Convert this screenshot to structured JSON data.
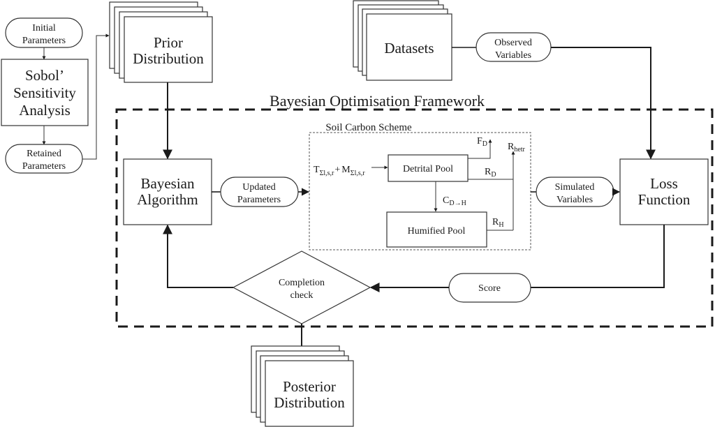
{
  "diagram": {
    "framework_title": "Bayesian Optimisation Framework",
    "scheme_title": "Soil Carbon Scheme",
    "nodes": {
      "initial_parameters": [
        "Initial",
        "Parameters"
      ],
      "sobol": [
        "Sobol’",
        "Sensitivity",
        "Analysis"
      ],
      "retained_parameters": [
        "Retained",
        "Parameters"
      ],
      "prior_distribution": [
        "Prior",
        "Distribution"
      ],
      "datasets": [
        "Datasets"
      ],
      "observed_variables": [
        "Observed",
        "Variables"
      ],
      "bayesian_algorithm": [
        "Bayesian",
        "Algorithm"
      ],
      "updated_parameters": [
        "Updated",
        "Parameters"
      ],
      "simulated_variables": [
        "Simulated",
        "Variables"
      ],
      "loss_function": [
        "Loss",
        "Function"
      ],
      "completion_check": [
        "Completion",
        "check"
      ],
      "score": [
        "Score"
      ],
      "posterior_distribution": [
        "Posterior",
        "Distribution"
      ],
      "detrital_pool": "Detrital Pool",
      "humified_pool": "Humified Pool"
    },
    "flux_labels": {
      "input_T": "T",
      "input_T_sub": "Σl,s,r",
      "plus": "+",
      "input_M": "M",
      "input_M_sub": "Σl,s,r",
      "F": "F",
      "F_sub": "D",
      "R_hetr": "R",
      "R_hetr_sub": "hetr",
      "R_D": "R",
      "R_D_sub": "D",
      "C": "C",
      "C_sub": "D→H",
      "R_H": "R",
      "R_H_sub": "H"
    }
  }
}
